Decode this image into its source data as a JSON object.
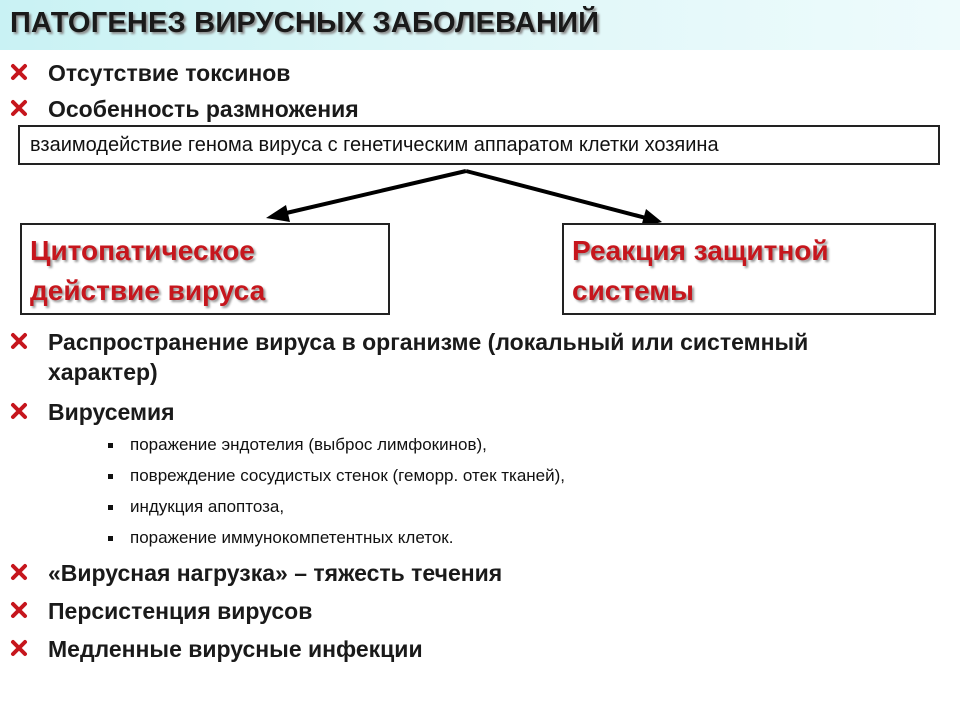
{
  "title": "ПАТОГЕНЕЗ ВИРУСНЫХ ЗАБОЛЕВАНИЙ",
  "top_bullets": [
    "Отсутствие токсинов",
    "Особенность размножения"
  ],
  "genome_box": "взаимодействие генома вируса с генетическим аппаратом клетки хозяина",
  "left_box": [
    "Цитопатическое",
    "действие вируса"
  ],
  "right_box": [
    "Реакция защитной",
    "системы"
  ],
  "spread": [
    "Распространение вируса в организме (локальный или системный",
    "характер)"
  ],
  "viremia": "Вирусемия",
  "viremia_items": [
    "поражение эндотелия (выброс лимфокинов),",
    "повреждение сосудистых стенок (геморр. отек тканей),",
    "индукция апоптоза,",
    "поражение иммунокомпетентных клеток."
  ],
  "bottom_bullets": [
    "«Вирусная нагрузка» – тяжесть течения",
    "Персистенция вирусов",
    "Медленные вирусные инфекции"
  ],
  "colors": {
    "accent_red": "#c6161d",
    "title_bg": "#c9f2f4"
  }
}
